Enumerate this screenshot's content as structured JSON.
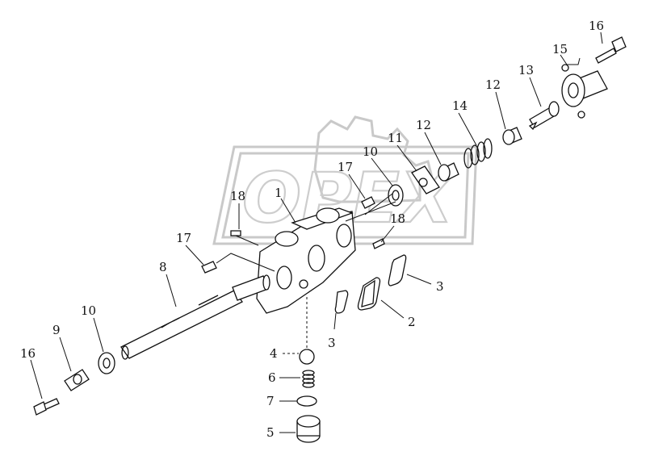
{
  "watermark": {
    "text": "OPEX"
  },
  "callouts": [
    {
      "id": "c16a",
      "label": "16"
    },
    {
      "id": "c15",
      "label": "15"
    },
    {
      "id": "c13",
      "label": "13"
    },
    {
      "id": "c12a",
      "label": "12"
    },
    {
      "id": "c14",
      "label": "14"
    },
    {
      "id": "c12b",
      "label": "12"
    },
    {
      "id": "c11",
      "label": "11"
    },
    {
      "id": "c10a",
      "label": "10"
    },
    {
      "id": "c17a",
      "label": "17"
    },
    {
      "id": "c18a",
      "label": "18"
    },
    {
      "id": "c1",
      "label": "1"
    },
    {
      "id": "c18b",
      "label": "18"
    },
    {
      "id": "c17b",
      "label": "17"
    },
    {
      "id": "c8",
      "label": "8"
    },
    {
      "id": "c3a",
      "label": "3"
    },
    {
      "id": "c10b",
      "label": "10"
    },
    {
      "id": "c9",
      "label": "9"
    },
    {
      "id": "c2",
      "label": "2"
    },
    {
      "id": "c3b",
      "label": "3"
    },
    {
      "id": "c16b",
      "label": "16"
    },
    {
      "id": "c4",
      "label": "4"
    },
    {
      "id": "c6",
      "label": "6"
    },
    {
      "id": "c7",
      "label": "7"
    },
    {
      "id": "c5",
      "label": "5"
    }
  ]
}
